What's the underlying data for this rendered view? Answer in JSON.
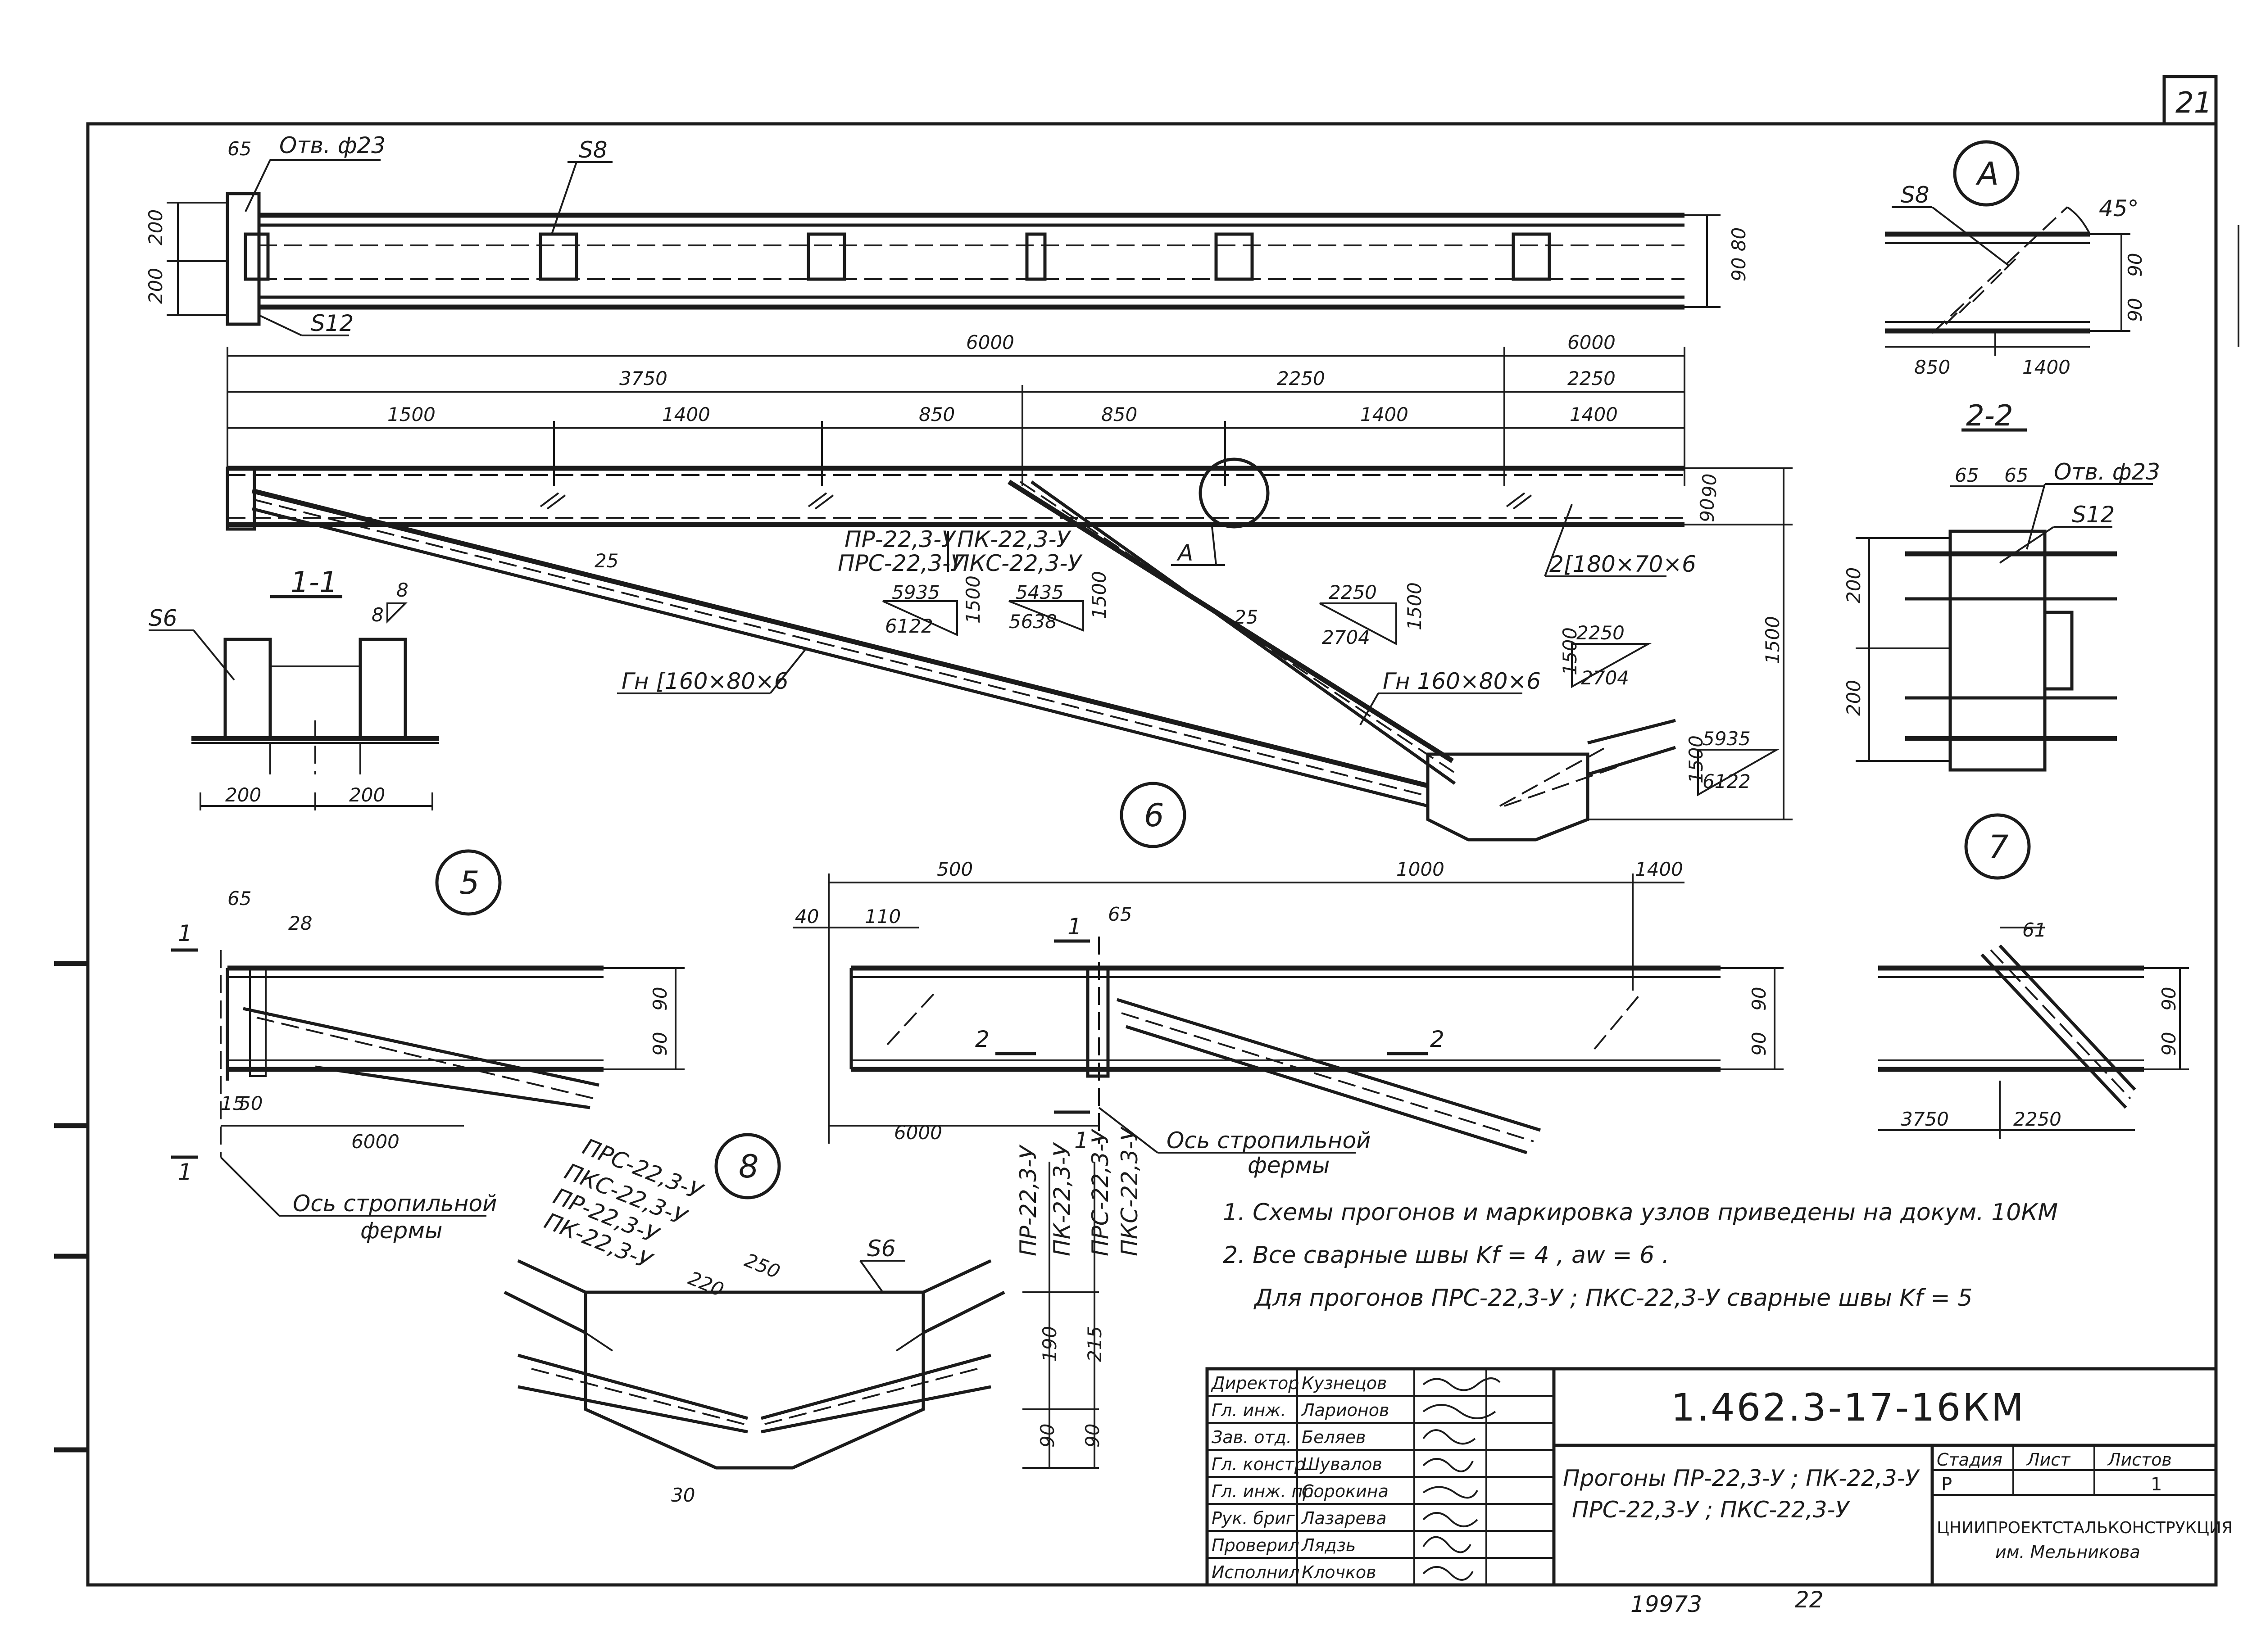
{
  "sheet": {
    "number": "21",
    "stamp_number": "19973",
    "stamp_page": "22"
  },
  "top_elevation": {
    "hole_label": "Отв. ф23",
    "plate_top": "S8",
    "plate_bottom": "S12",
    "dim_edge": "65",
    "dim_h1": "200",
    "dim_h2": "200",
    "dim_right": "90 80"
  },
  "dims": {
    "span_a": "6000",
    "span_b": "6000",
    "seg_3750": "3750",
    "seg_2250a": "2250",
    "seg_2250b": "2250",
    "row3": [
      "1500",
      "1400",
      "850",
      "850",
      "1400",
      "1400"
    ],
    "right_90a": "90",
    "right_90b": "90",
    "height_1500": "1500"
  },
  "plan": {
    "mark_pr": "ПР-22,3-У",
    "mark_prs": "ПРС-22,3-У",
    "mark_pk": "ПК-22,3-У",
    "mark_pks": "ПКС-22,3-У",
    "node_a": "А",
    "member_main": "2[180×70×6",
    "member_brace1": "Гн [160×80×6",
    "member_brace2": "Гн 160×80×6",
    "weld_25a": "25",
    "weld_25b": "25",
    "slope1_top": "5935",
    "slope1_bot": "6122",
    "slope1_side": "1500",
    "slope2_top": "5435",
    "slope2_bot": "5638",
    "slope2_side": "1500",
    "slope3_top": "2250",
    "slope3_bot": "2704",
    "slope3_side": "1500",
    "slope4_top": "2250",
    "slope4_bot": "2704",
    "slope4_side": "1500",
    "slope5_top": "5935",
    "slope5_bot": "6122",
    "slope5_side": "1500"
  },
  "section_1_1": {
    "title": "1-1",
    "plate": "S6",
    "weld": "8",
    "weld2": "8",
    "dim_left": "200",
    "dim_right": "200"
  },
  "node_A": {
    "mark": "А",
    "plate": "S8",
    "angle": "45°",
    "dim_90a": "90",
    "dim_90b": "90",
    "dim_850": "850",
    "dim_1400": "1400"
  },
  "section_2_2": {
    "title": "2-2",
    "d1": "65",
    "d2": "65",
    "hole_label": "Отв. ф23",
    "plate": "S12",
    "dim_200a": "200",
    "dim_200b": "200"
  },
  "node_5": {
    "mark": "5",
    "d65": "65",
    "d28": "28",
    "d15": "15",
    "d50": "50",
    "d6000": "6000",
    "d90a": "90",
    "d90b": "90",
    "cut": "1",
    "cut2": "1",
    "axis_1": "Ось стропильной",
    "axis_2": "фермы"
  },
  "node_6": {
    "mark": "6",
    "d500": "500",
    "d1000": "1000",
    "d1400": "1400",
    "d40": "40",
    "d110": "110",
    "d65": "65",
    "d6000": "6000",
    "d90a": "90",
    "d90b": "90",
    "cut_a": "2",
    "cut_b": "2",
    "cut_1": "1",
    "cut_2": "1",
    "axis_1": "Ось стропильной",
    "axis_2": "фермы"
  },
  "node_7": {
    "mark": "7",
    "d61": "61",
    "d3750": "3750",
    "d2250": "2250",
    "d90a": "90",
    "d90b": "90"
  },
  "node_8": {
    "mark": "8",
    "labels": [
      "ПРС-22,3-У",
      "ПКС-22,3-У",
      "ПР-22,3-У",
      "ПК-22,3-У"
    ],
    "vertical_labels": [
      "ПР-22,3-У",
      "ПК-22,3-У",
      "ПРС-22,3-У",
      "ПКС-22,3-У"
    ],
    "d250": "250",
    "d220": "220",
    "plate": "S6",
    "d30": "30",
    "d190": "190",
    "d215": "215",
    "d90a": "90",
    "d90b": "90"
  },
  "notes": {
    "line1": "1. Схемы прогонов и маркировка узлов приведены на докум. 10КМ",
    "line2": "2. Все сварные швы Kf = 4 , aw = 6 .",
    "line3": "Для прогонов ПРС-22,3-У ; ПКС-22,3-У сварные швы Kf = 5"
  },
  "title_block": {
    "doc_code": "1.462.3-17-16КМ",
    "title_line1": "Прогоны ПР-22,3-У ; ПК-22,3-У",
    "title_line2": "ПРС-22,3-У ; ПКС-22,3-У",
    "stage_header": "Стадия",
    "sheet_header": "Лист",
    "sheets_header": "Листов",
    "stage": "Р",
    "sheets": "1",
    "org1": "ЦНИИПРОЕКТСТАЛЬКОНСТРУКЦИЯ",
    "org2": "им. Мельникова",
    "roles": [
      {
        "role": "Директор",
        "name": "Кузнецов"
      },
      {
        "role": "Гл. инж.",
        "name": "Ларионов"
      },
      {
        "role": "Зав. отд.",
        "name": "Беляев"
      },
      {
        "role": "Гл. констр.",
        "name": "Шувалов"
      },
      {
        "role": "Гл. инж. пр.",
        "name": "Сорокина"
      },
      {
        "role": "Рук. бриг.",
        "name": "Лазарева"
      },
      {
        "role": "Проверил",
        "name": "Лядзь"
      },
      {
        "role": "Исполнил",
        "name": "Клочков"
      }
    ]
  }
}
